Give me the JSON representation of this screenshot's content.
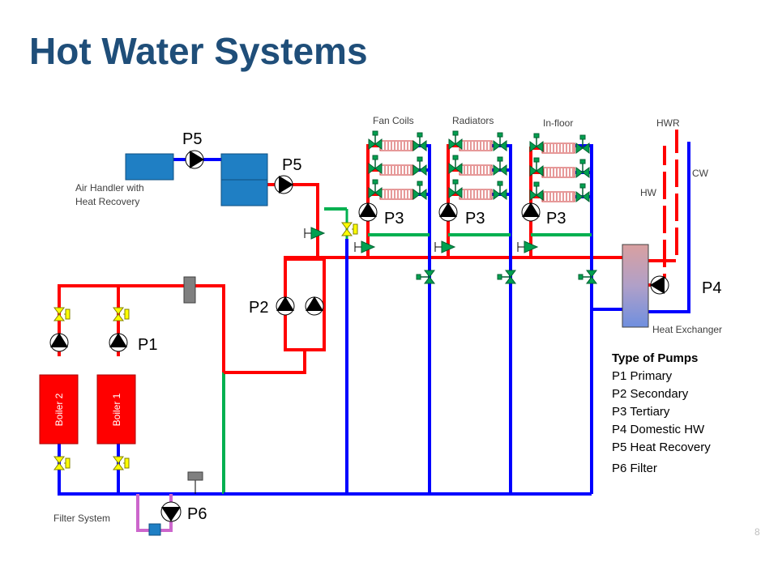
{
  "title": "Hot Water Systems",
  "labels": {
    "fan_coils": "Fan Coils",
    "radiators": "Radiators",
    "in_floor": "In-floor",
    "hwr": "HWR",
    "cw": "CW",
    "hw": "HW",
    "air_handler_line1": "Air Handler with",
    "air_handler_line2": "Heat Recovery",
    "heat_exchanger": "Heat Exchanger",
    "filter_system": "Filter System",
    "boiler1": "Boiler 1",
    "boiler2": "Boiler 2"
  },
  "pumps": {
    "p1": "P1",
    "p2": "P2",
    "p3": "P3",
    "p4": "P4",
    "p5": "P5",
    "p6": "P6"
  },
  "legend": {
    "heading": "Type of Pumps",
    "items": [
      "P1 Primary",
      "P2 Secondary",
      "P3 Tertiary",
      "P4 Domestic HW",
      "P5 Heat Recovery",
      "P6 Filter"
    ]
  },
  "page_number": "8",
  "colors": {
    "title": "#1f4e79",
    "supply": "#ff0000",
    "return": "#0000ff",
    "bypass": "#00b050",
    "filter_pipe": "#cc66cc",
    "boiler": "#ff0000",
    "air_handler": "#1f7fc4"
  }
}
